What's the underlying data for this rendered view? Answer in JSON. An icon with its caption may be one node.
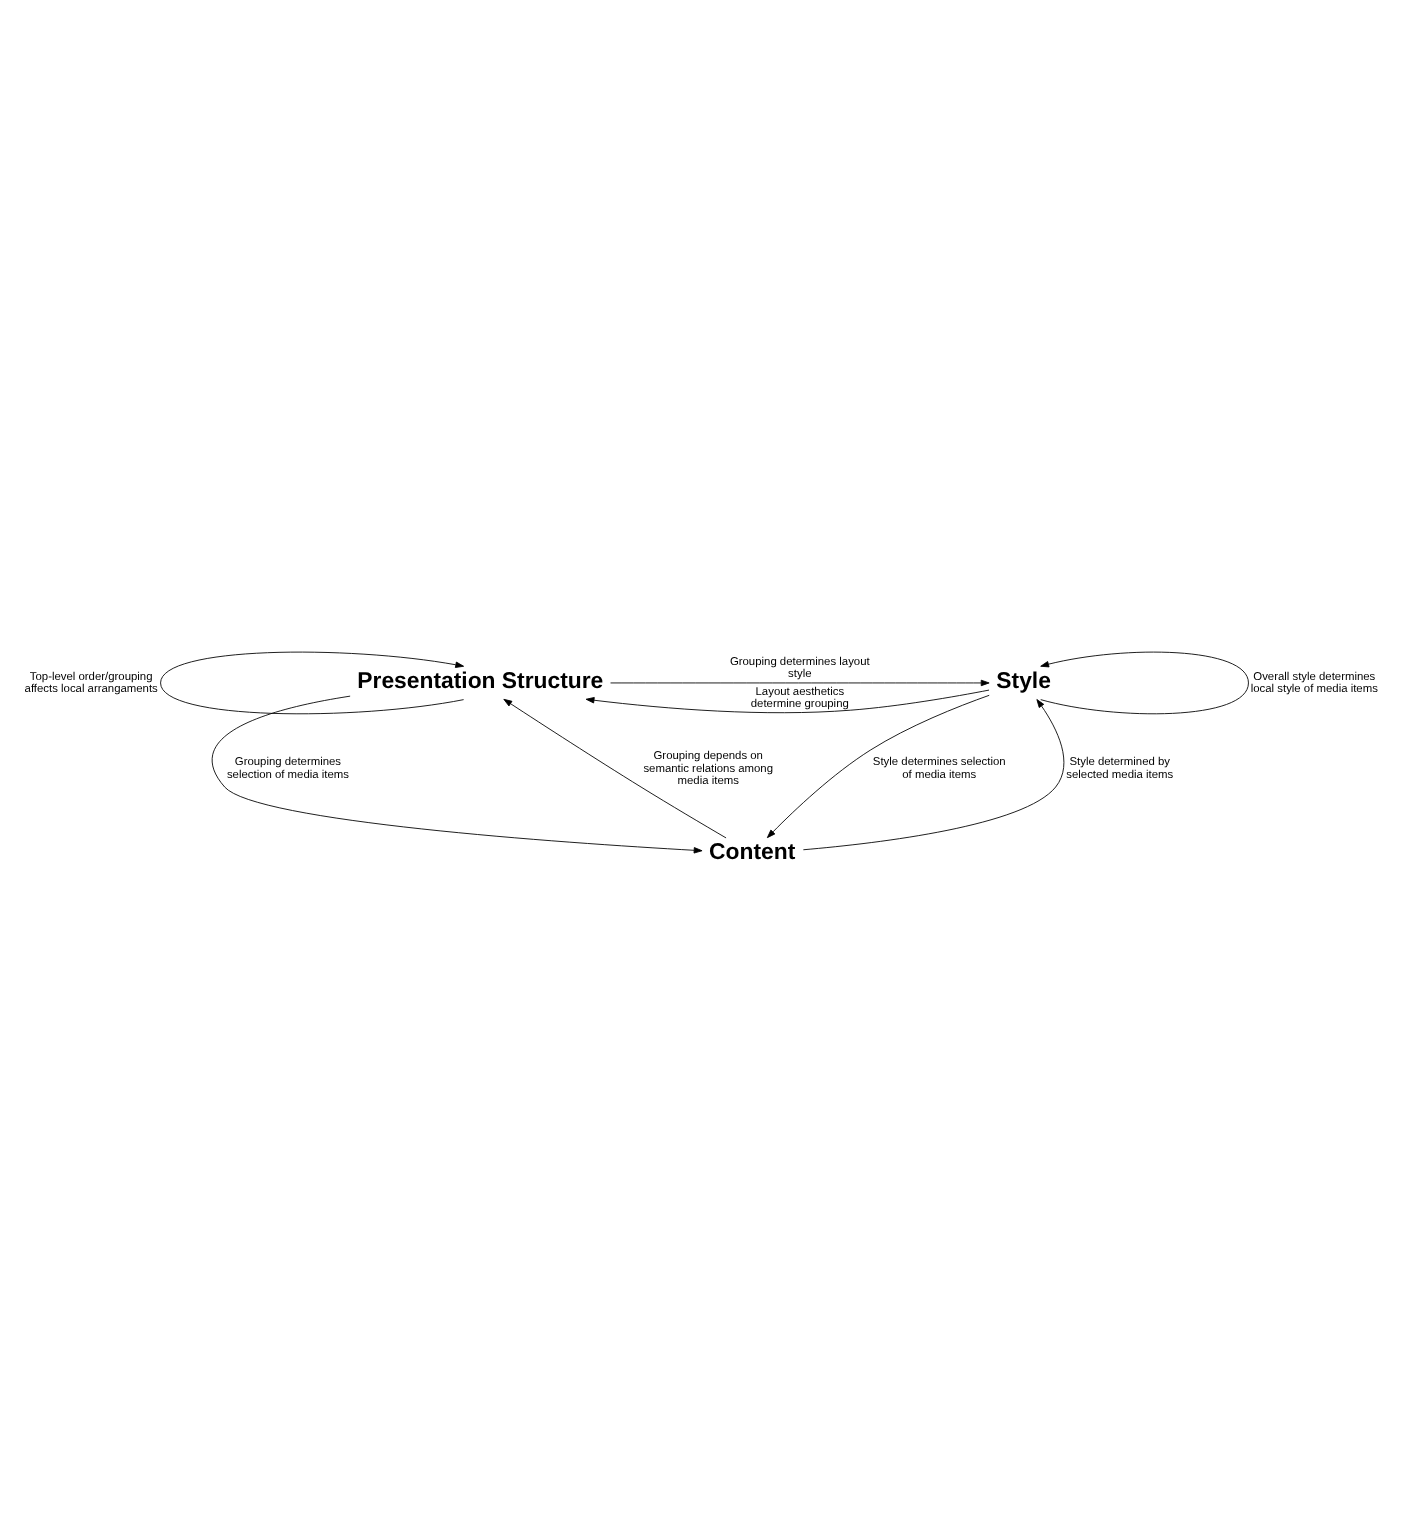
{
  "diagram": {
    "nodes": [
      {
        "text": [
          "Presentation Structure"
        ]
      },
      {
        "text": [
          "Style"
        ]
      },
      {
        "text": [
          "Content"
        ]
      }
    ],
    "edges": [
      {
        "from": 0,
        "to": 1,
        "arrow": "to",
        "label": "Grouping determines layout style"
      },
      {
        "from": 1,
        "to": 0,
        "arrow": "to",
        "label": "Layout aesthetics determine grouping"
      },
      {
        "from": 0,
        "to": 0,
        "arrow": "to",
        "label": "Top-level order/grouping affects local arrangaments"
      },
      {
        "from": 1,
        "to": 1,
        "arrow": "to",
        "label": "Overall style determines local style of media items"
      },
      {
        "from": 0,
        "to": 2,
        "arrow": "to",
        "label": "Grouping determines selection of media items"
      },
      {
        "from": 2,
        "to": 0,
        "arrow": "to",
        "label": "Grouping depends on semantic relations among media items"
      },
      {
        "from": 2,
        "to": 1,
        "arrow": "to",
        "label": "Style determined by selected media items"
      },
      {
        "from": 1,
        "to": 2,
        "arrow": "to",
        "label": "Style determines selection of media items"
      }
    ]
  }
}
